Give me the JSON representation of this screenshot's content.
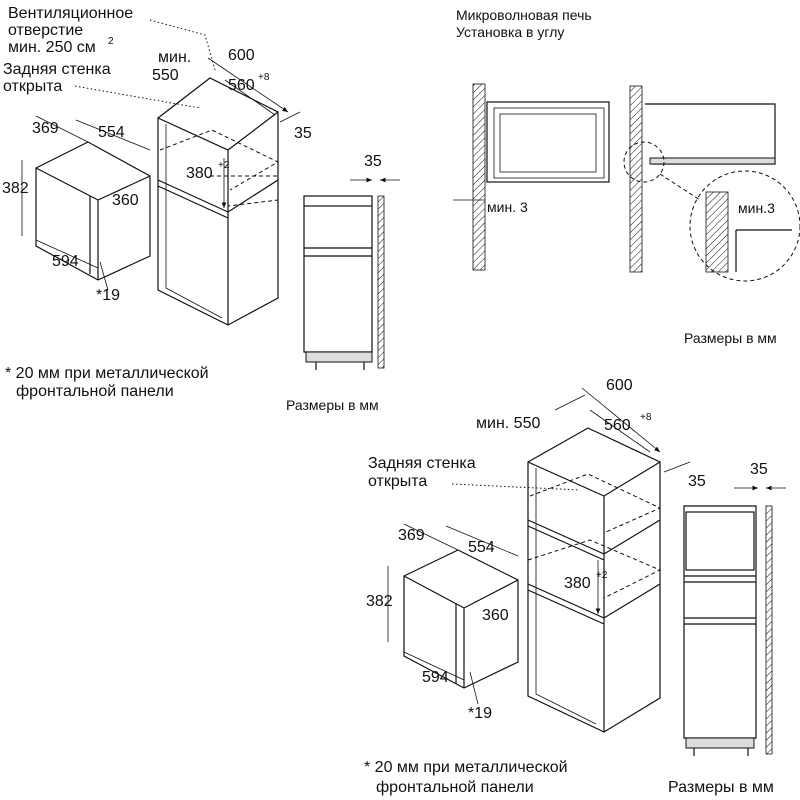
{
  "top_left": {
    "vent_label_1": "Вентиляционное",
    "vent_label_2": "отверстие",
    "vent_label_3": "мин. 250 см",
    "vent_sup": "2",
    "rear_wall_1": "Задняя стенка",
    "rear_wall_2": "открыта",
    "min_label": "мин.",
    "dim_550": "550",
    "dim_600": "600",
    "dim_560": "560",
    "sup_8": "+8",
    "dim_35": "35",
    "dim_369": "369",
    "dim_554": "554",
    "dim_382": "382",
    "dim_360": "360",
    "dim_380": "380",
    "sup_2": "+2",
    "dim_594": "594",
    "dim_19": "*19",
    "side_35": "35",
    "note_1": "* 20 мм при металлической",
    "note_2": "фронтальной панели",
    "units": "Размеры в мм"
  },
  "top_right": {
    "title_1": "Микроволновая печь",
    "title_2": "Установка в углу",
    "min3_a": "мин. 3",
    "min3_b": "мин.3",
    "units": "Размеры в мм"
  },
  "bottom_right": {
    "dim_600": "600",
    "min_550": "мин. 550",
    "dim_560": "560",
    "sup_8": "+8",
    "dim_35": "35",
    "side_35": "35",
    "rear_wall_1": "Задняя стенка",
    "rear_wall_2": "открыта",
    "dim_369": "369",
    "dim_554": "554",
    "dim_382": "382",
    "dim_360": "360",
    "dim_380": "380",
    "sup_2": "+2",
    "dim_594": "594",
    "dim_19": "*19",
    "note_1": "* 20 мм при металлической",
    "note_2": "фронтальной панели",
    "units": "Размеры в мм"
  }
}
